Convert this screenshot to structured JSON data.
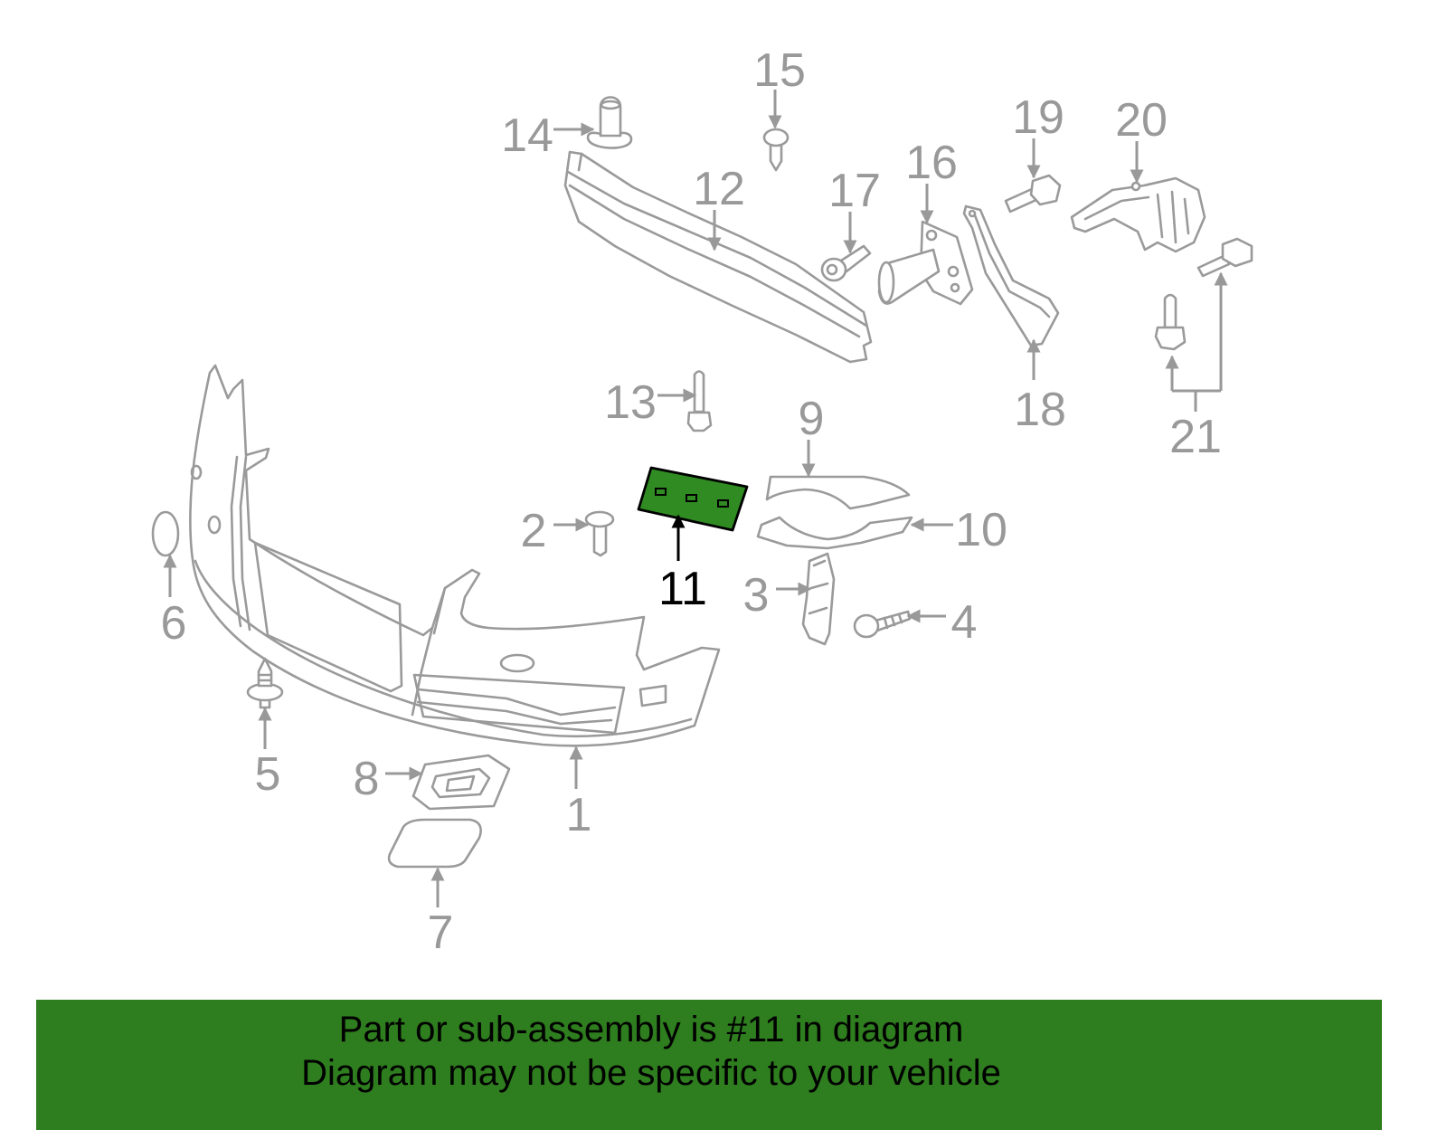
{
  "diagram": {
    "callouts": [
      {
        "label": "1"
      },
      {
        "label": "2"
      },
      {
        "label": "3"
      },
      {
        "label": "4"
      },
      {
        "label": "5"
      },
      {
        "label": "6"
      },
      {
        "label": "7"
      },
      {
        "label": "8"
      },
      {
        "label": "9"
      },
      {
        "label": "10"
      },
      {
        "label": "11",
        "highlighted": true
      },
      {
        "label": "12"
      },
      {
        "label": "13"
      },
      {
        "label": "14"
      },
      {
        "label": "15"
      },
      {
        "label": "16"
      },
      {
        "label": "17"
      },
      {
        "label": "18"
      },
      {
        "label": "19"
      },
      {
        "label": "20"
      },
      {
        "label": "21"
      }
    ]
  },
  "banner": {
    "line1": "Part or sub-assembly is #11 in diagram",
    "line2": "Diagram may not be specific to your vehicle"
  },
  "colors": {
    "callout_text": "#999999",
    "part_outline": "#9a9a9a",
    "highlight_fill": "#2f8b22",
    "highlight_text": "#000000",
    "banner_background": "#2e7d1e"
  }
}
